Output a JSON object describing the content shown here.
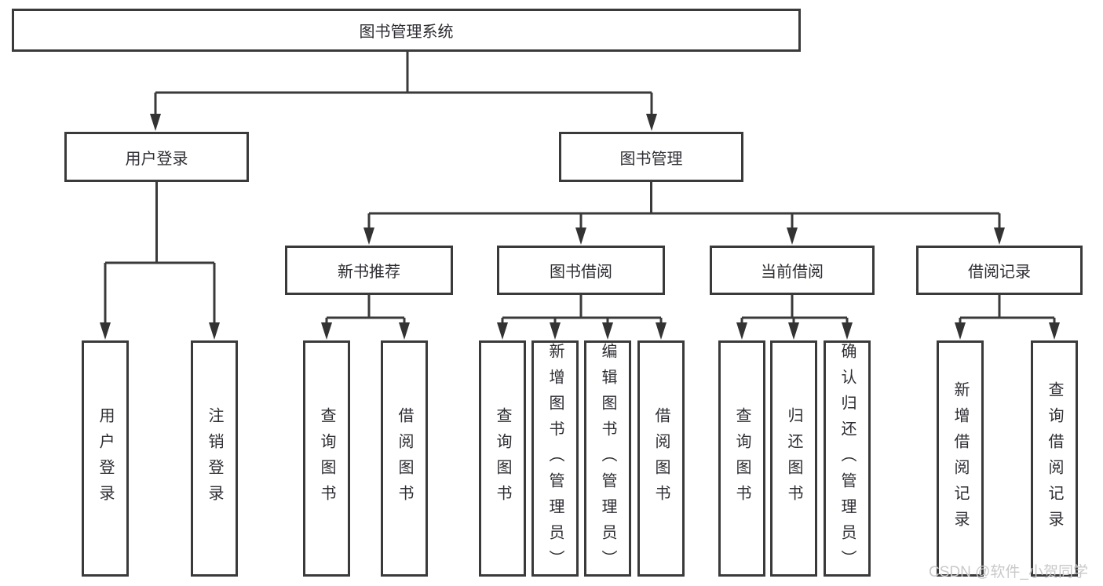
{
  "diagram_type": "hierarchy-tree",
  "root": {
    "label": "图书管理系统"
  },
  "branches": [
    {
      "label": "用户登录",
      "children": [
        {
          "label": "用户登录"
        },
        {
          "label": "注销登录"
        }
      ]
    },
    {
      "label": "图书管理",
      "children": [
        {
          "label": "新书推荐",
          "children": [
            {
              "label": "查询图书"
            },
            {
              "label": "借阅图书"
            }
          ]
        },
        {
          "label": "图书借阅",
          "children": [
            {
              "label": "查询图书"
            },
            {
              "label": "新增图书（管理员）"
            },
            {
              "label": "编辑图书（管理员）"
            },
            {
              "label": "借阅图书"
            }
          ]
        },
        {
          "label": "当前借阅",
          "children": [
            {
              "label": "查询图书"
            },
            {
              "label": "归还图书"
            },
            {
              "label": "确认归还（管理员）"
            }
          ]
        },
        {
          "label": "借阅记录",
          "children": [
            {
              "label": "新增借阅记录"
            },
            {
              "label": "查询借阅记录"
            }
          ]
        }
      ]
    }
  ],
  "watermark": {
    "text": "CSDN @软件_小贺同学"
  },
  "colors": {
    "line": "#3a3a3a",
    "node_border": "#3a3a3a",
    "text": "#2d2d33",
    "watermark": "#c9c9c9",
    "background": "#ffffff"
  }
}
